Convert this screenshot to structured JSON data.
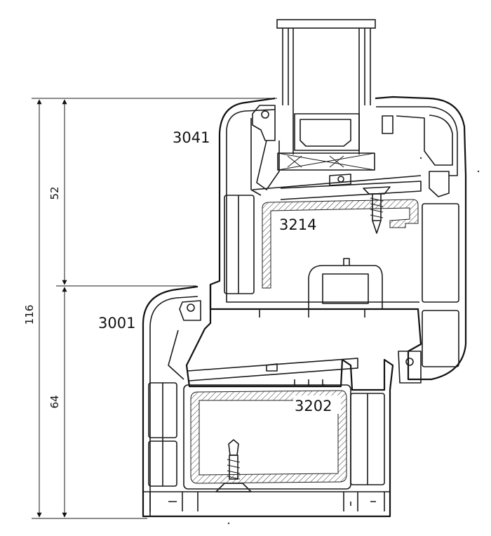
{
  "profiles": {
    "upper_sash": "3041",
    "upper_reinforcement": "3214",
    "frame": "3001",
    "lower_reinforcement": "3202"
  },
  "dimensions": {
    "total": "116",
    "upper": "52",
    "lower": "64"
  }
}
